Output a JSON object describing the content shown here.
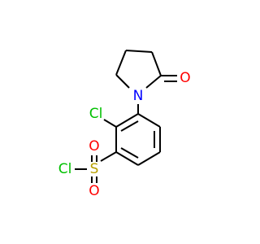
{
  "molecule": {
    "atoms": {
      "oxygen_carbonyl": {
        "label": "O",
        "color": "#ff0000"
      },
      "nitrogen": {
        "label": "N",
        "color": "#0000ff"
      },
      "chlorine_ring": {
        "label": "Cl",
        "color": "#00c000"
      },
      "sulfur": {
        "label": "S",
        "color": "#b8a000"
      },
      "oxygen_sulfonyl_top": {
        "label": "O",
        "color": "#ff0000"
      },
      "oxygen_sulfonyl_bottom": {
        "label": "O",
        "color": "#ff0000"
      },
      "chlorine_sulfonyl": {
        "label": "Cl",
        "color": "#00c000"
      }
    }
  }
}
